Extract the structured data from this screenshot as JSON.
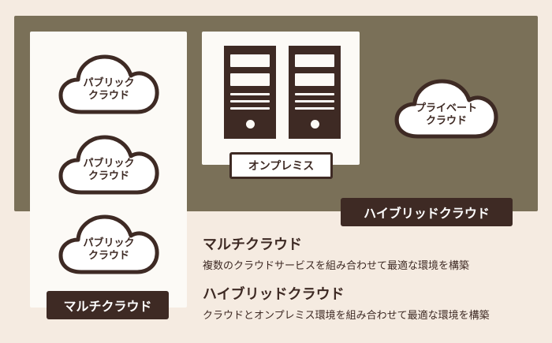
{
  "colors": {
    "page_bg": "#f5ebe1",
    "hybrid_area": "#7a7058",
    "card": "#fcfaf6",
    "dark": "#3e2a24",
    "white": "#ffffff"
  },
  "multi_cloud_panel": {
    "clouds": [
      {
        "icon": "cloud-icon",
        "line1": "パブリック",
        "line2": "クラウド"
      },
      {
        "icon": "cloud-icon",
        "line1": "パブリック",
        "line2": "クラウド"
      },
      {
        "icon": "cloud-icon",
        "line1": "パブリック",
        "line2": "クラウド"
      }
    ],
    "tag": "マルチクラウド"
  },
  "on_premise_panel": {
    "servers": [
      {
        "icon": "server-icon"
      },
      {
        "icon": "server-icon"
      }
    ],
    "tag": "オンプレミス"
  },
  "private_cloud": {
    "icon": "cloud-icon",
    "line1": "プライベート",
    "line2": "クラウド"
  },
  "hybrid_tag": "ハイブリッドクラウド",
  "legend": [
    {
      "title": "マルチクラウド",
      "description": "複数のクラウドサービスを組み合わせて最適な環境を構築"
    },
    {
      "title": "ハイブリッドクラウド",
      "description": "クラウドとオンプレミス環境を組み合わせて最適な環境を構築"
    }
  ]
}
